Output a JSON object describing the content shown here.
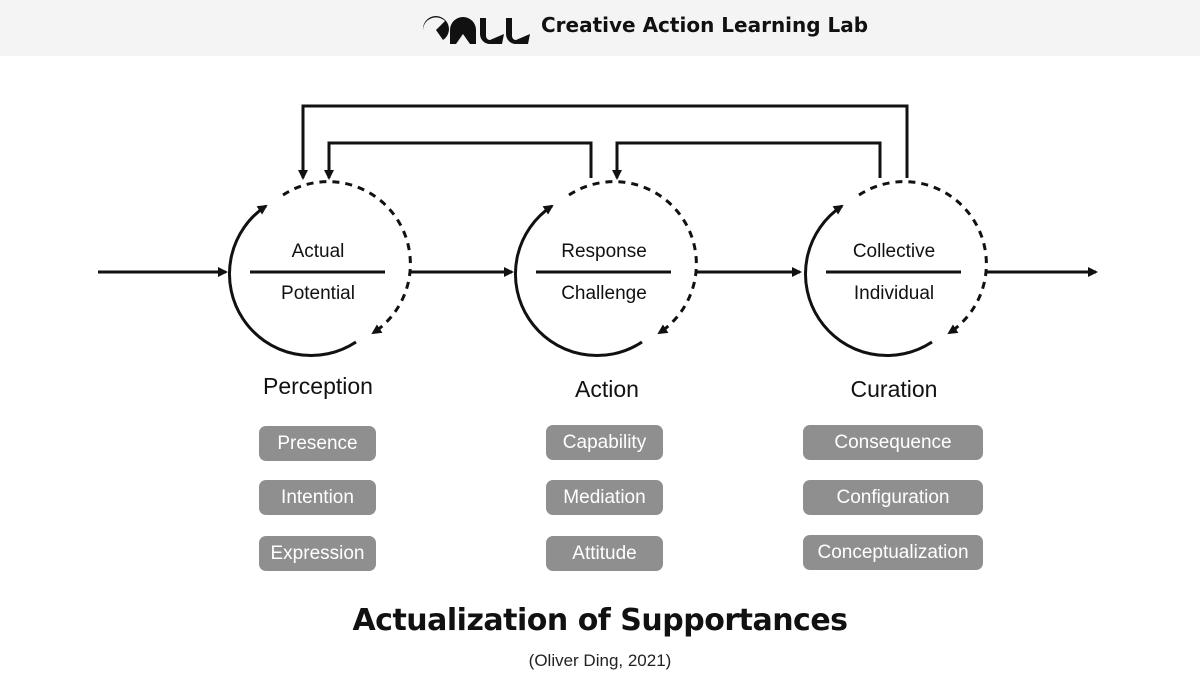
{
  "header": {
    "logo_icon": "call-logo-icon",
    "lab_name": "Creative Action Learning Lab"
  },
  "stages": [
    {
      "name": "Perception",
      "top_label": "Actual",
      "bottom_label": "Potential",
      "items": [
        "Presence",
        "Intention",
        "Expression"
      ]
    },
    {
      "name": "Action",
      "top_label": "Response",
      "bottom_label": "Challenge",
      "items": [
        "Capability",
        "Mediation",
        "Attitude"
      ]
    },
    {
      "name": "Curation",
      "top_label": "Collective",
      "bottom_label": "Individual",
      "items": [
        "Consequence",
        "Configuration",
        "Conceptualization"
      ]
    }
  ],
  "title": "Actualization of Supportances",
  "citation": "(Oliver Ding, 2021)",
  "colors": {
    "pill_bg": "#8f8f8f",
    "pill_text": "#ffffff",
    "line": "#111111",
    "header_bg": "#f4f4f4"
  }
}
